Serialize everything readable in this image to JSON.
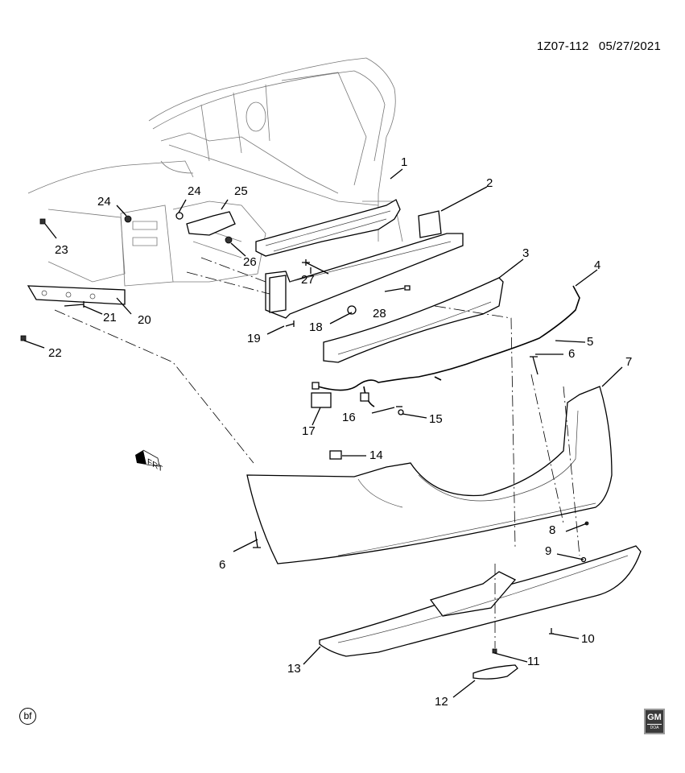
{
  "header": {
    "diagram_id": "1Z07-112",
    "date": "05/27/2021"
  },
  "footer": {
    "badge_left": "bf",
    "logo_top": "GM",
    "logo_bottom": "DOA"
  },
  "orientation": {
    "label": "FRT",
    "icon": "front-direction-arrow-icon"
  },
  "callouts": [
    {
      "id": "1",
      "text": "1"
    },
    {
      "id": "2",
      "text": "2"
    },
    {
      "id": "3",
      "text": "3"
    },
    {
      "id": "4",
      "text": "4"
    },
    {
      "id": "5",
      "text": "5"
    },
    {
      "id": "6a",
      "text": "6"
    },
    {
      "id": "7",
      "text": "7"
    },
    {
      "id": "8",
      "text": "8"
    },
    {
      "id": "9",
      "text": "9"
    },
    {
      "id": "10",
      "text": "10"
    },
    {
      "id": "11",
      "text": "11"
    },
    {
      "id": "12",
      "text": "12"
    },
    {
      "id": "13",
      "text": "13"
    },
    {
      "id": "14",
      "text": "14"
    },
    {
      "id": "15",
      "text": "15"
    },
    {
      "id": "16",
      "text": "16"
    },
    {
      "id": "17",
      "text": "17"
    },
    {
      "id": "18",
      "text": "18"
    },
    {
      "id": "19",
      "text": "19"
    },
    {
      "id": "20",
      "text": "20"
    },
    {
      "id": "21",
      "text": "21"
    },
    {
      "id": "22",
      "text": "22"
    },
    {
      "id": "23",
      "text": "23"
    },
    {
      "id": "24a",
      "text": "24"
    },
    {
      "id": "24b",
      "text": "24"
    },
    {
      "id": "25",
      "text": "25"
    },
    {
      "id": "26",
      "text": "26"
    },
    {
      "id": "27",
      "text": "27"
    },
    {
      "id": "28",
      "text": "28"
    },
    {
      "id": "6b",
      "text": "6"
    }
  ]
}
